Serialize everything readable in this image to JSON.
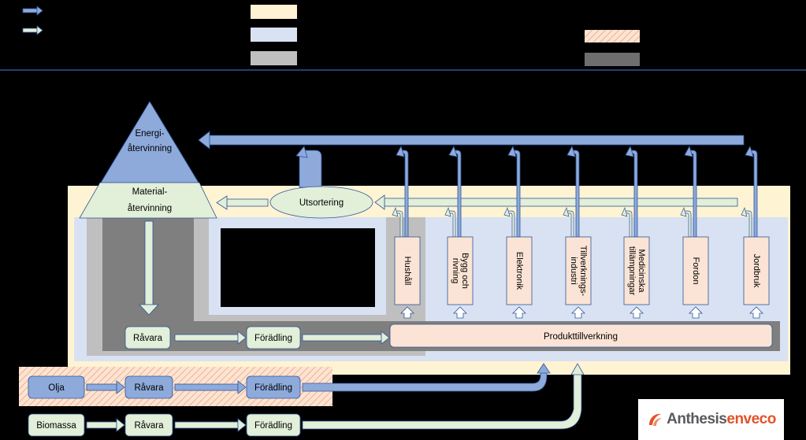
{
  "nodes": {
    "energy_line1": "Energi-",
    "energy_line2": "återvinning",
    "material_line1": "Material-",
    "material_line2": "återvinning",
    "sorting": "Utsortering",
    "raw_material": "Råvara",
    "refining": "Förädling",
    "product_manufacturing": "Produkttillverkning",
    "oil": "Olja",
    "biomass": "Biomassa"
  },
  "sectors": [
    {
      "lines": [
        "Hushåll"
      ]
    },
    {
      "lines": [
        "Bygg och",
        "rivning"
      ]
    },
    {
      "lines": [
        "Elektronik"
      ]
    },
    {
      "lines": [
        "Tillverknings-",
        "industri"
      ]
    },
    {
      "lines": [
        "Medicinska",
        "tillämpningar"
      ]
    },
    {
      "lines": [
        "Fordon"
      ]
    },
    {
      "lines": [
        "Jordbruk"
      ]
    }
  ],
  "logo": {
    "part1": "Anthesis",
    "part2": "enveco"
  },
  "colors": {
    "cream": "#fef3d2",
    "lightblue": "#d9e2f3",
    "lightgrey": "#bfbfbf",
    "darkgrey": "#7f7f7f",
    "peach": "#fbe4d5",
    "mint": "#e2efd9",
    "pyramid_blue": "#8eaadb",
    "arrow_blue": "#8eaadb",
    "arrow_mint": "#e2efd9",
    "accent_red": "#e2532a"
  }
}
